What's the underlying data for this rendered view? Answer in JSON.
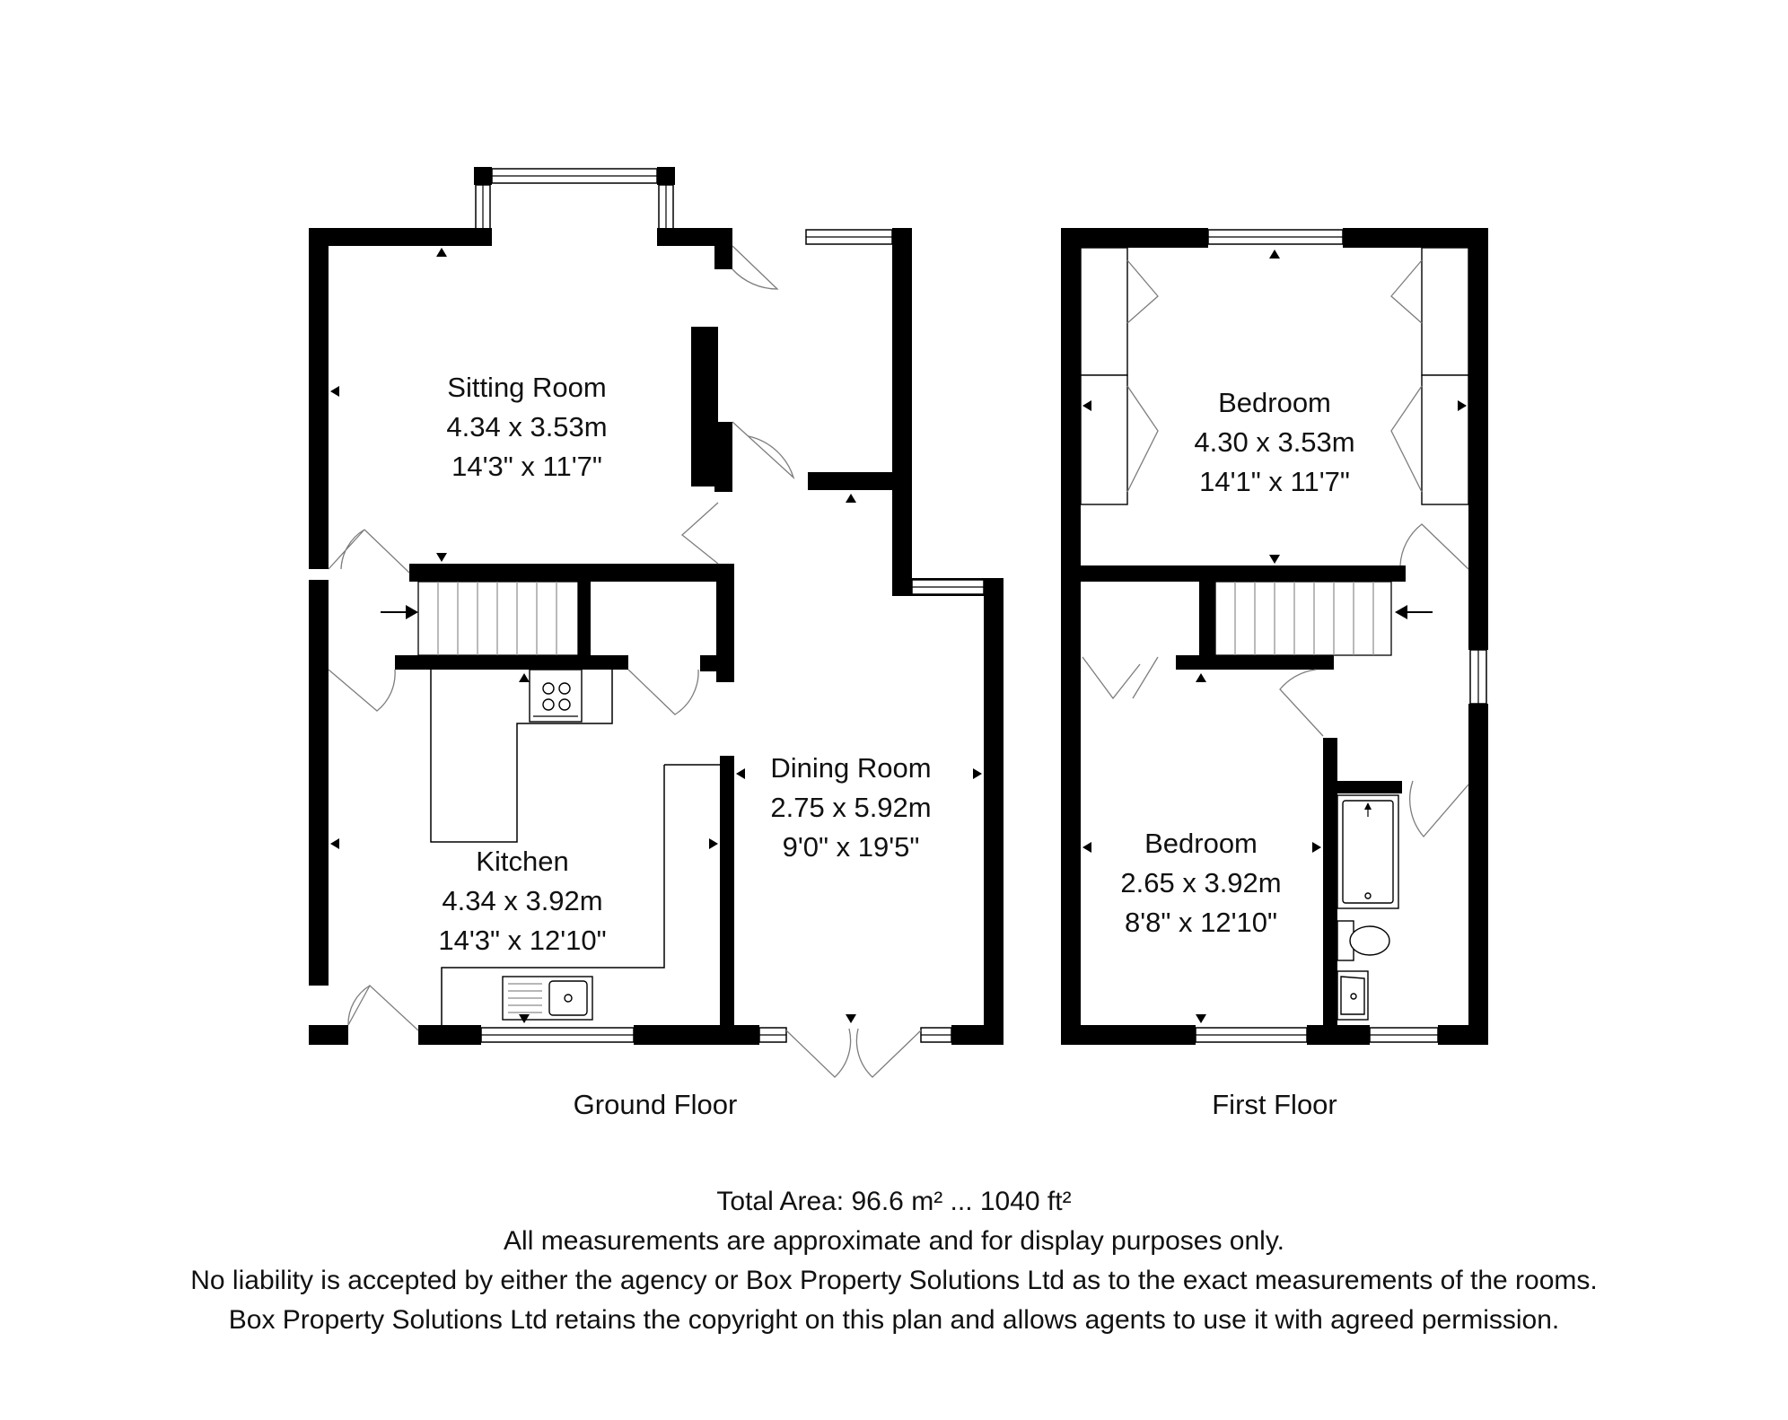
{
  "ground_floor": {
    "label": "Ground Floor",
    "rooms": [
      {
        "name": "Sitting Room",
        "metric": "4.34 x 3.53m",
        "imperial": "14'3\" x 11'7\""
      },
      {
        "name": "Kitchen",
        "metric": "4.34 x 3.92m",
        "imperial": "14'3\" x 12'10\""
      },
      {
        "name": "Dining Room",
        "metric": "2.75 x 5.92m",
        "imperial": "9'0\" x 19'5\""
      }
    ]
  },
  "first_floor": {
    "label": "First Floor",
    "rooms": [
      {
        "name": "Bedroom",
        "metric": "4.30 x 3.53m",
        "imperial": "14'1\" x 11'7\""
      },
      {
        "name": "Bedroom",
        "metric": "2.65 x 3.92m",
        "imperial": "8'8\" x 12'10\""
      }
    ]
  },
  "footer": {
    "total_area": "Total Area: 96.6 m² ... 1040 ft²",
    "line1": "All measurements are approximate and for display purposes only.",
    "line2": "No liability is accepted by either the agency or Box Property Solutions Ltd as to the exact measurements of the rooms.",
    "line3": "Box Property Solutions Ltd retains the copyright on this plan and allows agents to use it with agreed permission."
  }
}
